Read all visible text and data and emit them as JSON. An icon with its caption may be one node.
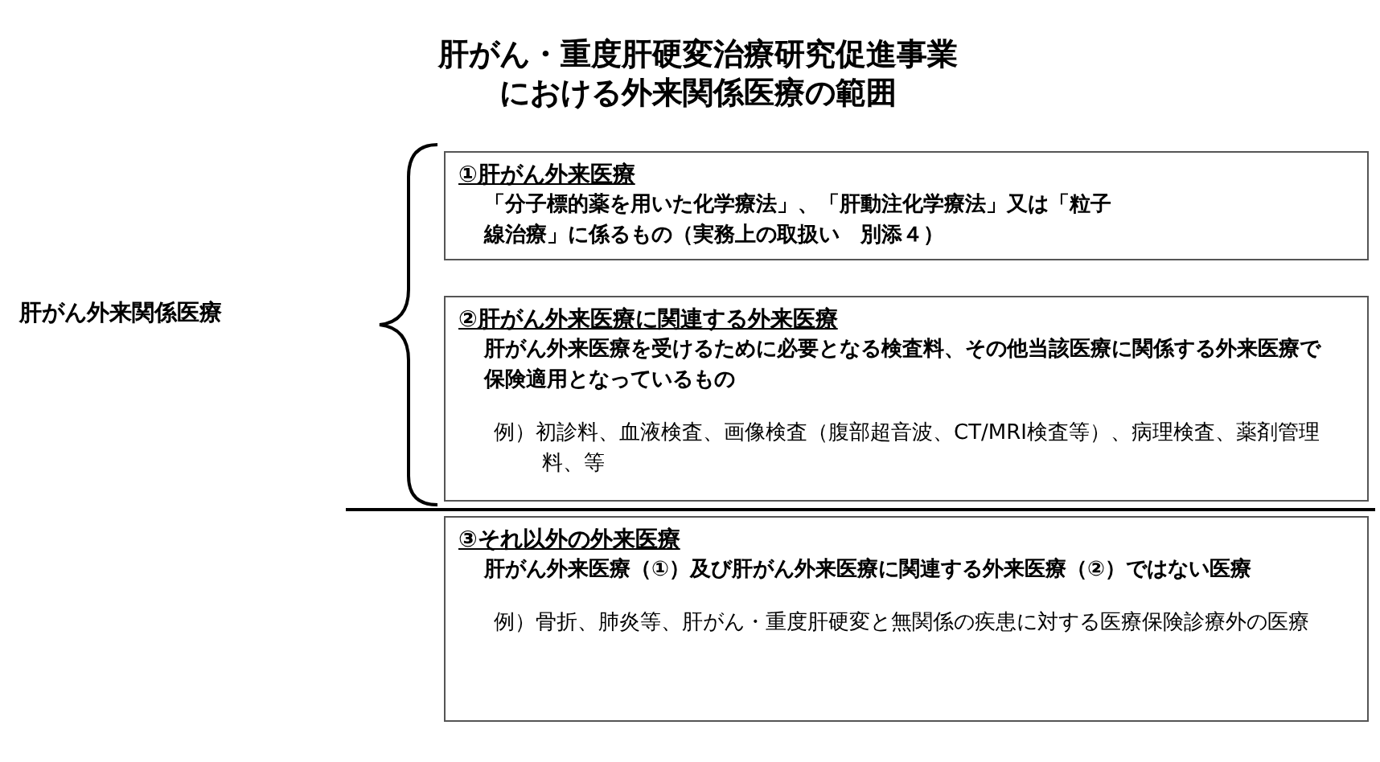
{
  "diagram": {
    "title": "肝がん・重度肝硬変治療研究促進事業における外来関係医療の範囲",
    "nodes": [
      {
        "text": [
          "①肝がん外来医療",
          "「分子標的薬を用いた化学療法」、「肝動注化学療法」又は「粒子線治療」に係るもの（実務上の取扱い　別添４）"
        ]
      },
      {
        "text": [
          "②肝がん外来医療に関連する外来医療",
          "肝がん外来医療を受けるために必要となる検査料、その他当該医療に関係する外来医療で保険適用となっているもの",
          "例）初診料、血液検査、画像検査（腹部超音波、CT/MRI検査等）、病理検査、薬剤管理料、等"
        ]
      },
      {
        "text": [
          "③それ以外の外来医療",
          "肝がん外来医療（①）及び肝がん外来医療に関連する外来医療（②）ではない医療",
          "例）骨折、肺炎等、肝がん・重度肝硬変と無関係の疾患に対する医療保険診療外の医療"
        ]
      }
    ],
    "labels": [
      "肝がん外来関係医療"
    ]
  }
}
